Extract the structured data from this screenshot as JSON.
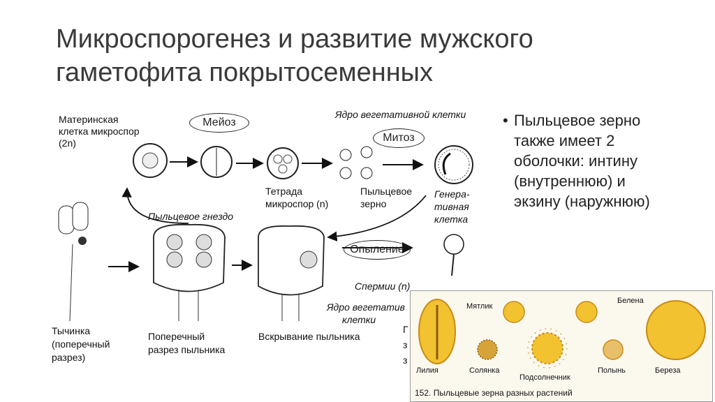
{
  "slide": {
    "title": "Микроспорогенез и развитие мужского гаметофита покрытосеменных",
    "bullet": "Пыльцевое зерно также имеет 2 оболочки: интину (внутреннюю) и экзину (наружнюю)"
  },
  "diagram": {
    "mother_cell_1": "Материнская",
    "mother_cell_2": "клетка микроспор",
    "mother_cell_3": "(2n)",
    "meiosis": "Мейоз",
    "mitosis": "Митоз",
    "veg_nucleus": "Ядро вегетативной клетки",
    "tetrad_1": "Тетрада",
    "tetrad_2": "микроспор (n)",
    "pollen_grain_1": "Пыльцевое",
    "pollen_grain_2": "зерно",
    "generative_1": "Генера-",
    "generative_2": "тивная",
    "generative_3": "клетка",
    "pollen_nest": "Пыльцевое гнездо",
    "pollination": "Опыление",
    "sperm": "Спермии (n)",
    "veg_nucleus2_1": "Ядро вегетатив",
    "veg_nucleus2_2": "клетки",
    "stamen_1": "Тычинка",
    "stamen_2": "(поперечный",
    "stamen_3": "разрез)",
    "cross_section_1": "Поперечный",
    "cross_section_2": "разрез пыльника",
    "opening": "Вскрывание пыльника",
    "cut_g": "Г",
    "cut_z1": "з",
    "cut_z2": "з"
  },
  "inset": {
    "belena": "Белена",
    "myatlik": "Мятлик",
    "liliya": "Лилия",
    "solyanka": "Солянка",
    "podsolnechnik": "Подсолнечник",
    "polyn": "Полынь",
    "bereza": "Береза",
    "caption": "152. Пыльцевые зерна разных растений"
  },
  "colors": {
    "pollen_yellow": "#f2c230",
    "pollen_dark": "#c98a14",
    "inset_bg": "#fbf8ee"
  }
}
